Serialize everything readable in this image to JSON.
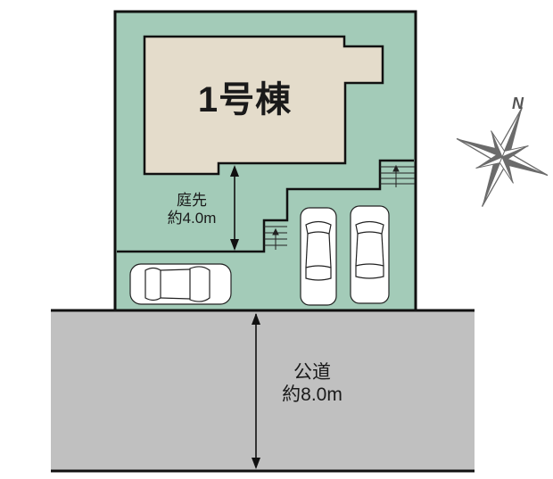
{
  "building": {
    "label": "1号棟",
    "fill": "#e4dccb"
  },
  "lot": {
    "fill": "#a3cbb8"
  },
  "yard_depth": {
    "line1": "庭先",
    "line2": "約4.0m"
  },
  "road": {
    "line1": "公道",
    "line2": "約8.0m",
    "fill": "#c0c0c0"
  },
  "compass": {
    "north_label": "N",
    "color": "#6b6b6b"
  },
  "parking": {
    "cars": 3
  }
}
